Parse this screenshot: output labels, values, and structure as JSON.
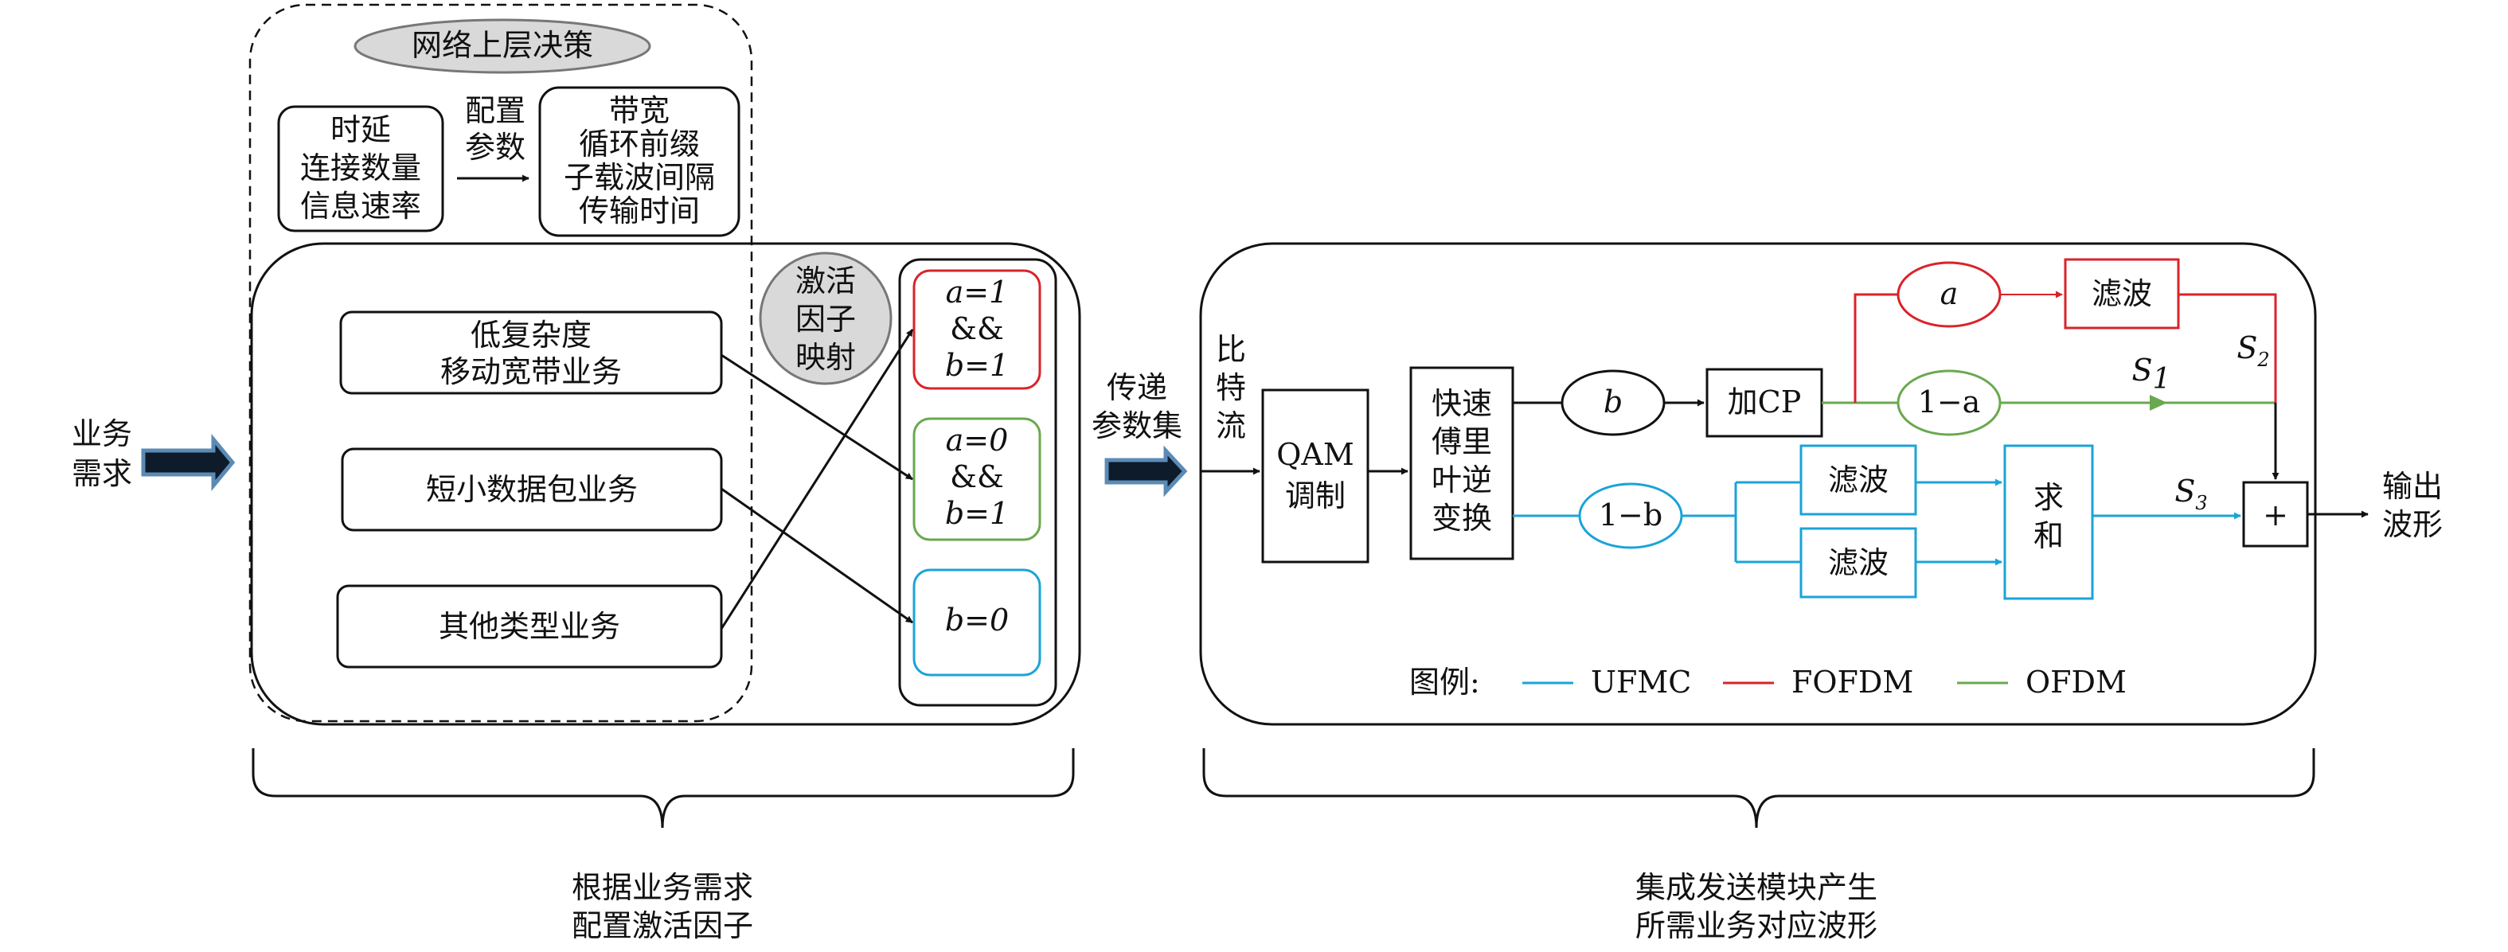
{
  "left": {
    "input_label_1": "业务",
    "input_label_2": "需求",
    "decision_title": "网络上层决策",
    "requirements": [
      "时延",
      "连接数量",
      "信息速率"
    ],
    "config_label_1": "配置",
    "config_label_2": "参数",
    "params": [
      "带宽",
      "循环前缀",
      "子载波间隔",
      "传输时间"
    ],
    "activation_1": "激活",
    "activation_2": "因子",
    "activation_3": "映射",
    "services": [
      "低复杂度",
      "移动宽带业务",
      "短小数据包业务",
      "其他类型业务"
    ],
    "factors": {
      "red": [
        "a=1",
        "&&",
        "b=1"
      ],
      "green": [
        "a=0",
        "&&",
        "b=1"
      ],
      "blue": "b=0"
    },
    "caption_1": "根据业务需求",
    "caption_2": "配置激活因子"
  },
  "middle": {
    "label_1": "传递",
    "label_2": "参数集"
  },
  "right": {
    "bitstream": [
      "比",
      "特",
      "流"
    ],
    "qam_1": "QAM",
    "qam_2": "调制",
    "ifft": [
      "快速",
      "傅里",
      "叶逆",
      "变换"
    ],
    "b": "b",
    "add_cp": "加CP",
    "a": "a",
    "one_minus_a": "1−a",
    "one_minus_b": "1−b",
    "filter": "滤波",
    "sum_1": "求",
    "sum_2": "和",
    "plus": "+",
    "s1": "S",
    "s1_sub": "1",
    "s2": "S",
    "s2_sub": "2",
    "s3": "S",
    "s3_sub": "3",
    "output_1": "输出",
    "output_2": "波形",
    "legend_title": "图例:",
    "legend": [
      {
        "name": "UFMC",
        "color": "#1ba3d8"
      },
      {
        "name": "FOFDM",
        "color": "#d9232a"
      },
      {
        "name": "OFDM",
        "color": "#6aa84f"
      }
    ],
    "caption_1": "集成发送模块产生",
    "caption_2": "所需业务对应波形"
  },
  "colors": {
    "red": "#d9232a",
    "green": "#6aa84f",
    "blue": "#1ba3d8",
    "arrow_fill": "#0d1b2a",
    "arrow_edge": "#5b8bb5"
  }
}
